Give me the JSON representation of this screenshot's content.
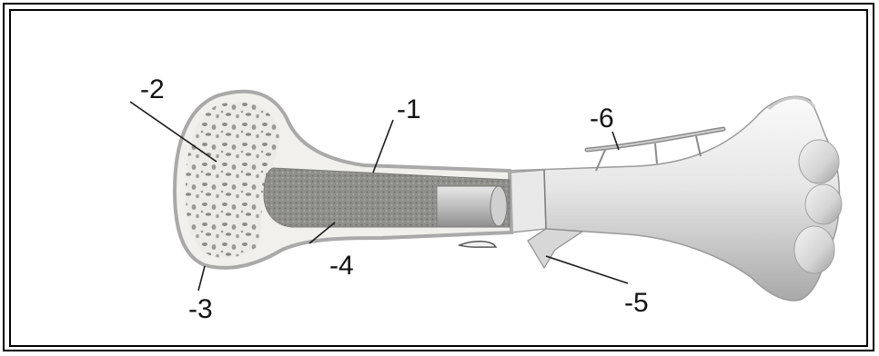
{
  "diagram": {
    "labels": [
      "-1",
      "-2",
      "-3",
      "-4",
      "-5",
      "-6"
    ]
  }
}
